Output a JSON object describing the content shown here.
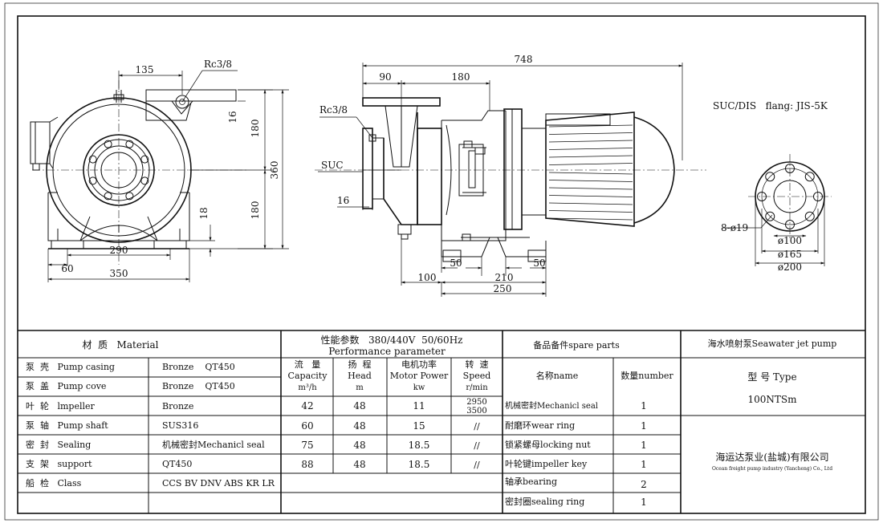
{
  "drawing": {
    "front_view": {
      "dim_135": "135",
      "dim_rc38": "Rc3/8",
      "dim_16": "16",
      "dim_180_top": "180",
      "dim_360": "360",
      "dim_180_bottom": "180",
      "dim_18": "18",
      "dim_290": "290",
      "dim_60": "60",
      "dim_350": "350"
    },
    "side_view": {
      "dim_748": "748",
      "dim_90": "90",
      "dim_180": "180",
      "dim_rc38": "Rc3/8",
      "suc_label": "SUC",
      "dim_16": "16",
      "dim_50_left": "50",
      "dim_50_right": "50",
      "dim_100": "100",
      "dim_210": "210",
      "dim_250": "250"
    },
    "flange_view": {
      "flange_note": "SUC/DIS   flang: JIS-5K",
      "holes": "8-ø19",
      "d100": "ø100",
      "d165": "ø165",
      "d200": "ø200"
    }
  },
  "table": {
    "material_header": "材  质   Material",
    "perf_header_1": "性能参数   380/440V  50/60Hz",
    "perf_header_2": "Performance parameter",
    "spare_header": "备品备件spare parts",
    "pump_title": "海水喷射泵Seawater jet pump",
    "materials": [
      {
        "part": "泵  壳   Pump casing",
        "material": "Bronze    QT450"
      },
      {
        "part": "泵  盖   Pump cove",
        "material": "Bronze    QT450"
      },
      {
        "part": "叶  轮   lmpeller",
        "material": "Bronze"
      },
      {
        "part": "泵  轴   Pump shaft",
        "material": "SUS316"
      },
      {
        "part": "密  封   Sealing",
        "material": "机械密封Mechanicl seal"
      },
      {
        "part": "支  架   support",
        "material": "QT450"
      },
      {
        "part": "船  检   Class",
        "material": "CCS BV DNV ABS KR LR"
      }
    ],
    "perf_columns": {
      "capacity_cn": "流   量",
      "capacity_en": "Capacity",
      "capacity_unit": "m³/h",
      "head_cn": "扬  程",
      "head_en": "Head",
      "head_unit": "m",
      "power_cn": "电机功率",
      "power_en": "Motor Power",
      "power_unit": "kw",
      "speed_cn": "转  速",
      "speed_en": "Speed",
      "speed_unit": "r/min"
    },
    "perf_rows": [
      {
        "capacity": "42",
        "head": "48",
        "power": "11",
        "speed_1": "2950",
        "speed_2": "3500"
      },
      {
        "capacity": "60",
        "head": "48",
        "power": "15",
        "speed": "//"
      },
      {
        "capacity": "75",
        "head": "48",
        "power": "18.5",
        "speed": "//"
      },
      {
        "capacity": "88",
        "head": "48",
        "power": "18.5",
        "speed": "//"
      }
    ],
    "spare_columns": {
      "name": "名称name",
      "qty": "数量number"
    },
    "spare_rows": [
      {
        "name": "机械密封Mechanicl seal",
        "qty": "1"
      },
      {
        "name": "耐磨环wear ring",
        "qty": "1"
      },
      {
        "name": "锁紧螺母locking nut",
        "qty": "1"
      },
      {
        "name": "叶轮键impeller key",
        "qty": "1"
      },
      {
        "name": "轴承bearing",
        "qty": "2"
      },
      {
        "name": "密封圈sealing ring",
        "qty": "1"
      }
    ],
    "type_label": "型 号 Type",
    "type_value": "100NTSm",
    "company_cn": "海运达泵业(盐城)有限公司",
    "company_en": "Ocean freight pump industry (Yancheng) Co., Ltd"
  }
}
